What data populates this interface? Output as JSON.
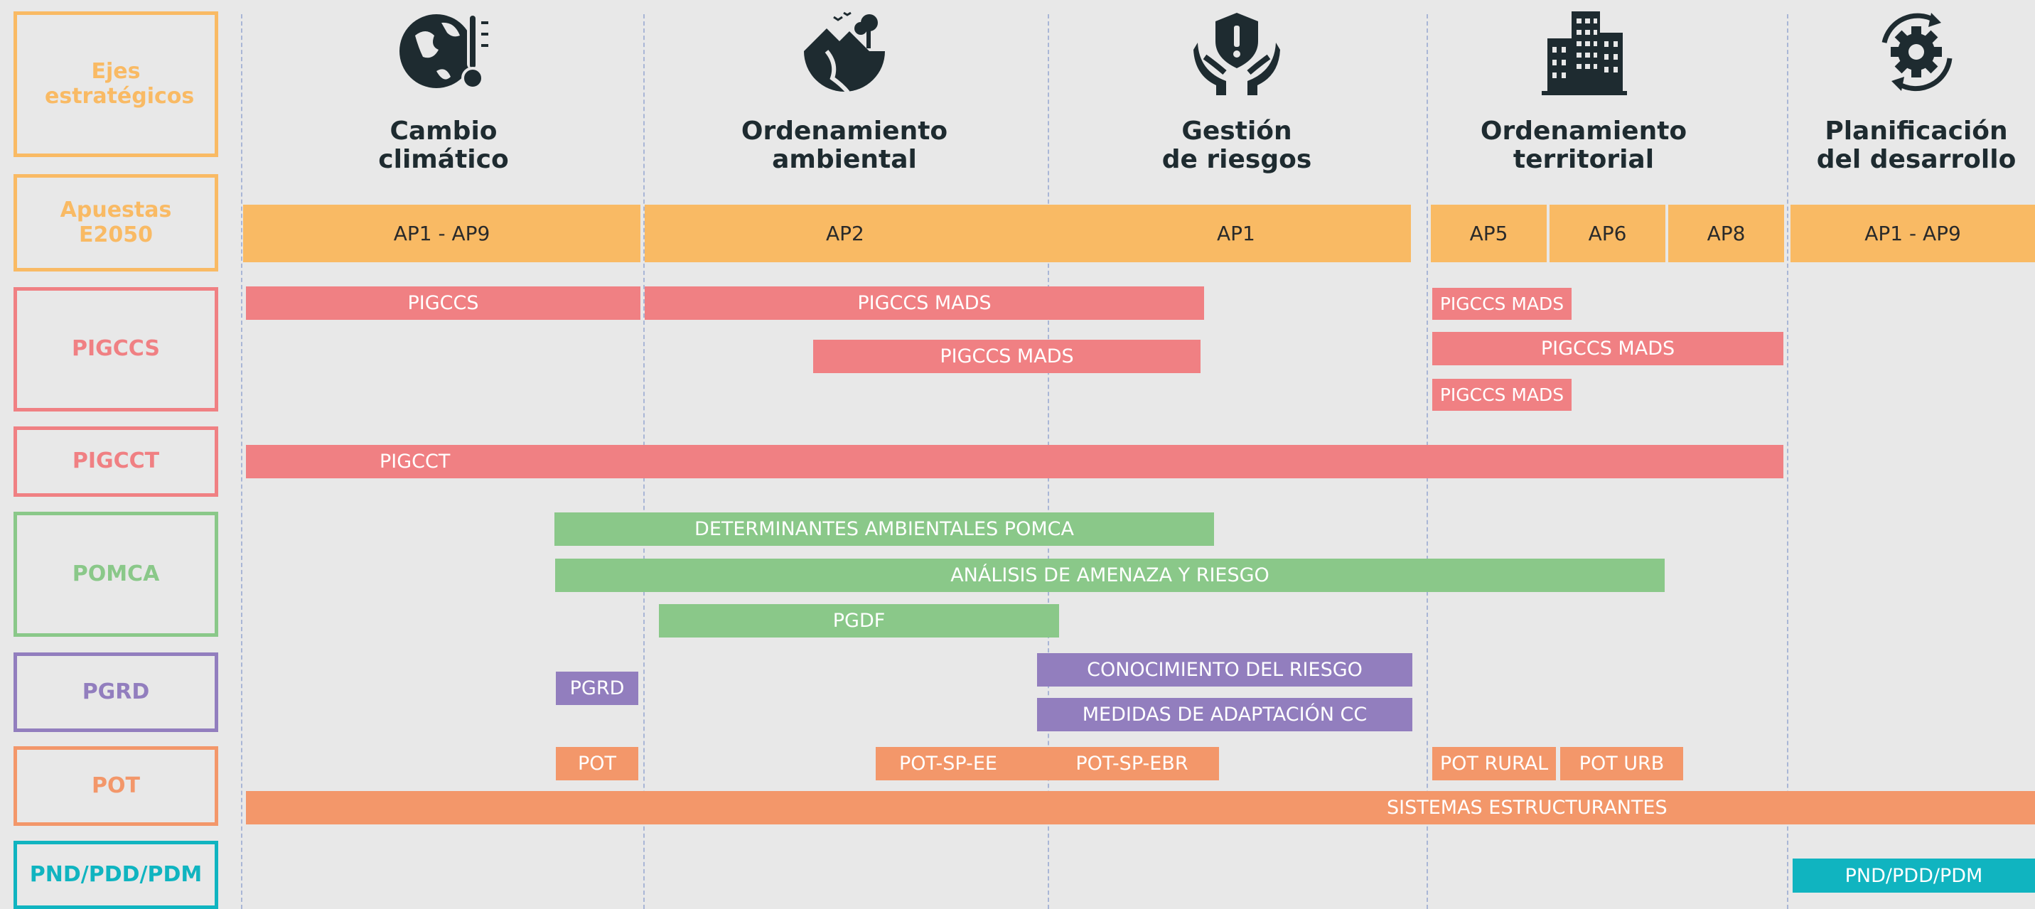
{
  "row_labels": {
    "ejes": "Ejes estratégicos",
    "apuestas": "Apuestas E2050",
    "piggcs": "PIGCCS",
    "piggct": "PIGCCT",
    "pomca": "POMCA",
    "pgrd": "PGRD",
    "pot": "POT",
    "pnd": "PND/PDD/PDM"
  },
  "axes": [
    {
      "title": "Cambio\nclimático",
      "icon": "climate-globe-thermometer-icon"
    },
    {
      "title": "Ordenamiento\nambiental",
      "icon": "environment-landscape-icon"
    },
    {
      "title": "Gestión\nde riesgos",
      "icon": "hands-shield-alert-icon"
    },
    {
      "title": "Ordenamiento\nterritorial",
      "icon": "city-buildings-icon"
    },
    {
      "title": "Planificación\ndel desarrollo",
      "icon": "gear-cycle-icon"
    }
  ],
  "apuestas": [
    "AP1 - AP9",
    "AP2",
    "AP1",
    "AP5",
    "AP6",
    "AP8",
    "AP1 - AP9"
  ],
  "bars": {
    "piggcs_1": "PIGCCS",
    "piggcs_mads_1": "PIGCCS MADS",
    "piggcs_mads_2": "PIGCCS MADS",
    "piggcs_mads_3": "PIGCCS MADS",
    "piggcs_mads_4": "PIGCCS MADS",
    "piggcs_mads_5": "PIGCCS MADS",
    "piggct": "PIGCCT",
    "determinantes": "DETERMINANTES AMBIENTALES POMCA",
    "analisis": "ANÁLISIS DE AMENAZA Y RIESGO",
    "pgdf": "PGDF",
    "pgrd": "PGRD",
    "conocimiento": "CONOCIMIENTO DEL RIESGO",
    "medidas": "MEDIDAS DE ADAPTACIÓN CC",
    "pot": "POT",
    "pot_sp_ee": "POT-SP-EE",
    "pot_sp_ebr": "POT-SP-EBR",
    "pot_rural": "POT RURAL",
    "pot_urb": "POT URB",
    "sistemas": "SISTEMAS ESTRUCTURANTES",
    "pnd": "PND/PDD/PDM"
  },
  "colors": {
    "ejes": "#f9ba64",
    "piggcs": "#f08083",
    "pomca": "#8ac889",
    "pgrd": "#927ebe",
    "pot": "#f3976a",
    "pnd": "#10b4c0",
    "icon": "#1e2b30"
  }
}
